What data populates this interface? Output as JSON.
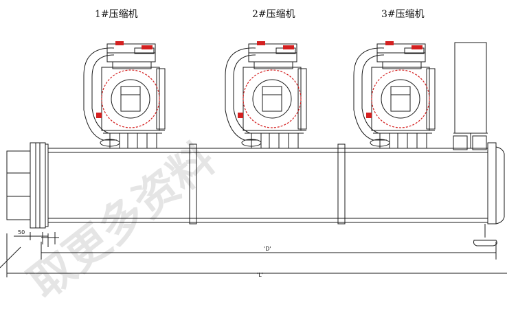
{
  "labels": {
    "compressor_1": "1#压缩机",
    "compressor_2": "2#压缩机",
    "compressor_3": "3#压缩机"
  },
  "dimensions": {
    "offset": "50",
    "d": "'D'",
    "l": "'L'"
  },
  "watermark": "取更多资料",
  "colors": {
    "line": "#1a1a1a",
    "accent": "#d42020",
    "watermark": "#000000"
  }
}
